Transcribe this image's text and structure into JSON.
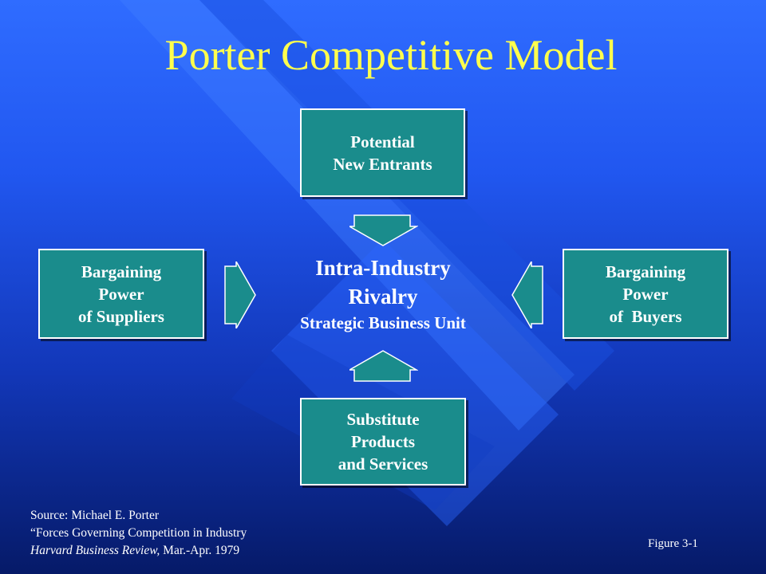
{
  "title": "Porter Competitive Model",
  "boxes": {
    "top": [
      "Potential",
      "New Entrants"
    ],
    "left": [
      "Bargaining",
      "Power",
      "of Suppliers"
    ],
    "right": [
      "Bargaining",
      "Power",
      "of  Buyers"
    ],
    "bottom": [
      "Substitute",
      "Products",
      "and Services"
    ]
  },
  "center": {
    "line1": "Intra-Industry",
    "line2": "Rivalry",
    "line3": "Strategic Business Unit"
  },
  "source": {
    "line1": "Source: Michael E. Porter",
    "line2": "“Forces Governing Competition in Industry",
    "line3_italic": "Harvard Business Review,",
    "line3_rest": " Mar.-Apr. 1979"
  },
  "figure_label": "Figure 3-1",
  "colors": {
    "title": "#ffff4d",
    "box_fill": "#1a8c8c",
    "arrow_fill": "#1a8c8c",
    "background_top": "#2f6cff",
    "background_bottom": "#061a68"
  }
}
